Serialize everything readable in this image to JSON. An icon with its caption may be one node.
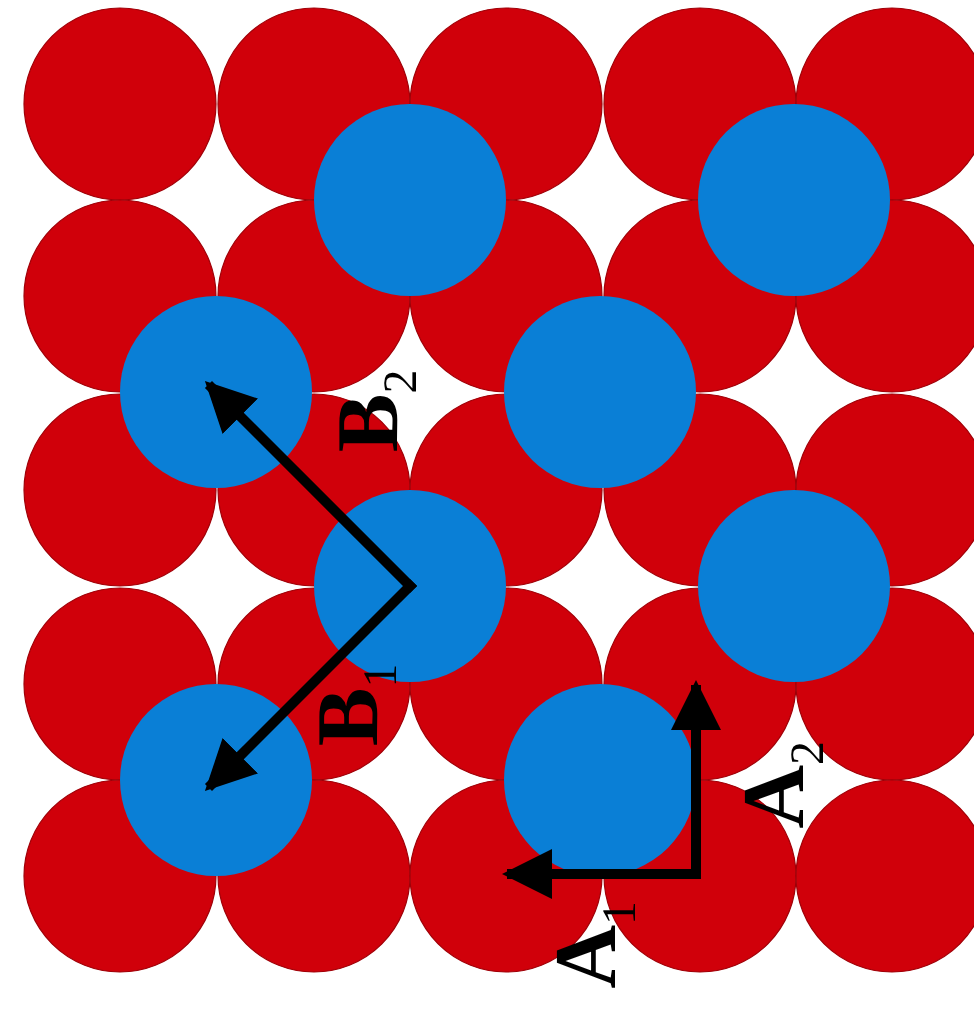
{
  "diagram": {
    "labels": [
      "B$_{2}$",
      "B$_{1}$",
      "A$_{2}$",
      "A$_{1}$"
    ]
  }
}
